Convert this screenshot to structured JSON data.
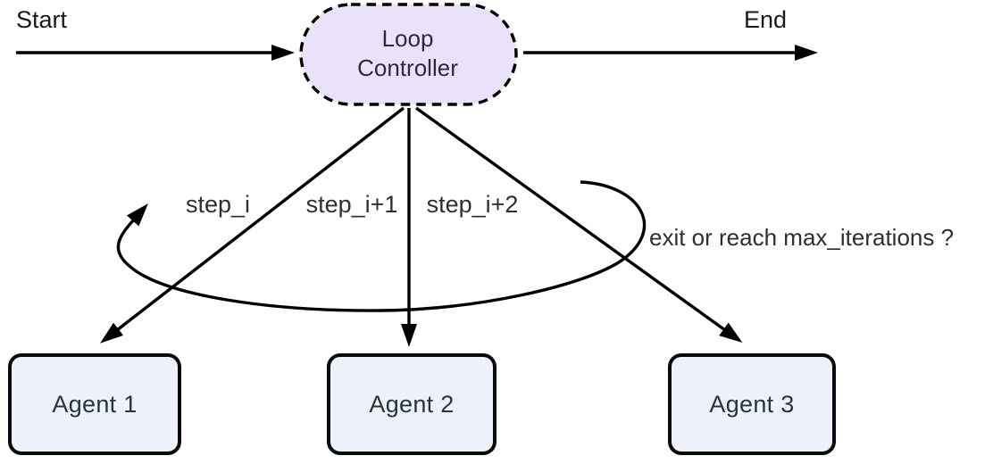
{
  "diagram": {
    "start_label": "Start",
    "end_label": "End",
    "loop_controller": {
      "line1": "Loop",
      "line2": "Controller"
    },
    "step_labels": [
      "step_i",
      "step_i+1",
      "step_i+2"
    ],
    "exit_label": "exit or reach max_iterations ?",
    "agents": [
      {
        "label": "Agent 1"
      },
      {
        "label": "Agent 2"
      },
      {
        "label": "Agent 3"
      }
    ],
    "icons": {
      "arrowhead": "solid-triangle-arrowhead",
      "loop_back": "curved-loop-arrow"
    },
    "colors": {
      "line": "#000000",
      "stadium_fill": "#e9e2f8",
      "stadium_text": "#2e2a3c",
      "agent_fill": "#edf1f9",
      "agent_border": "#0a0a0a",
      "agent_text": "#2b3342",
      "label_text": "#2f2f2f",
      "title_text": "#1a1a1a",
      "bg": "#ffffff"
    }
  }
}
